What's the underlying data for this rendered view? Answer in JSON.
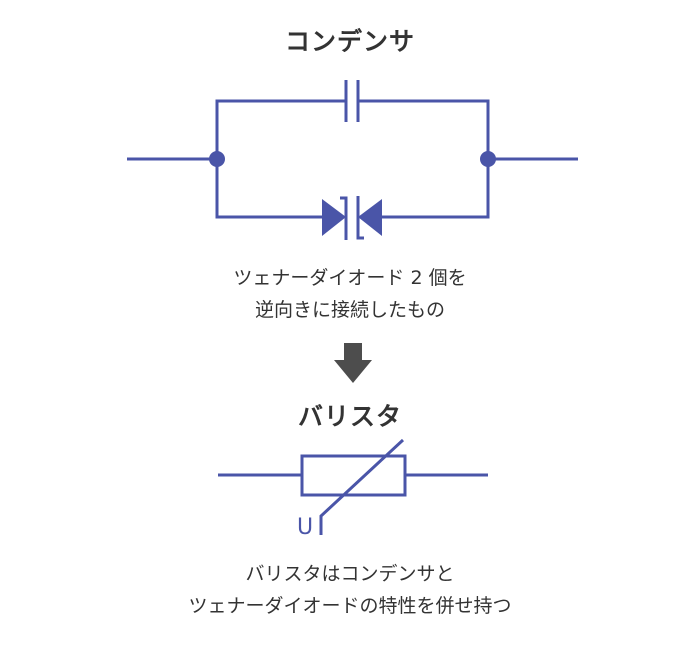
{
  "colors": {
    "line": "#4a55a8",
    "arrow": "#4d4d4d",
    "text": "#333333"
  },
  "capacitor_section": {
    "title": "コンデンサ",
    "description": [
      "ツェナーダイオード 2 個を",
      "逆向きに接続したもの"
    ]
  },
  "arrow": {
    "icon": "down-arrow-icon"
  },
  "varistor_section": {
    "title": "バリスタ",
    "voltage_label": "U",
    "description": [
      "バリスタはコンデンサと",
      "ツェナーダイオードの特性を併せ持つ"
    ]
  }
}
